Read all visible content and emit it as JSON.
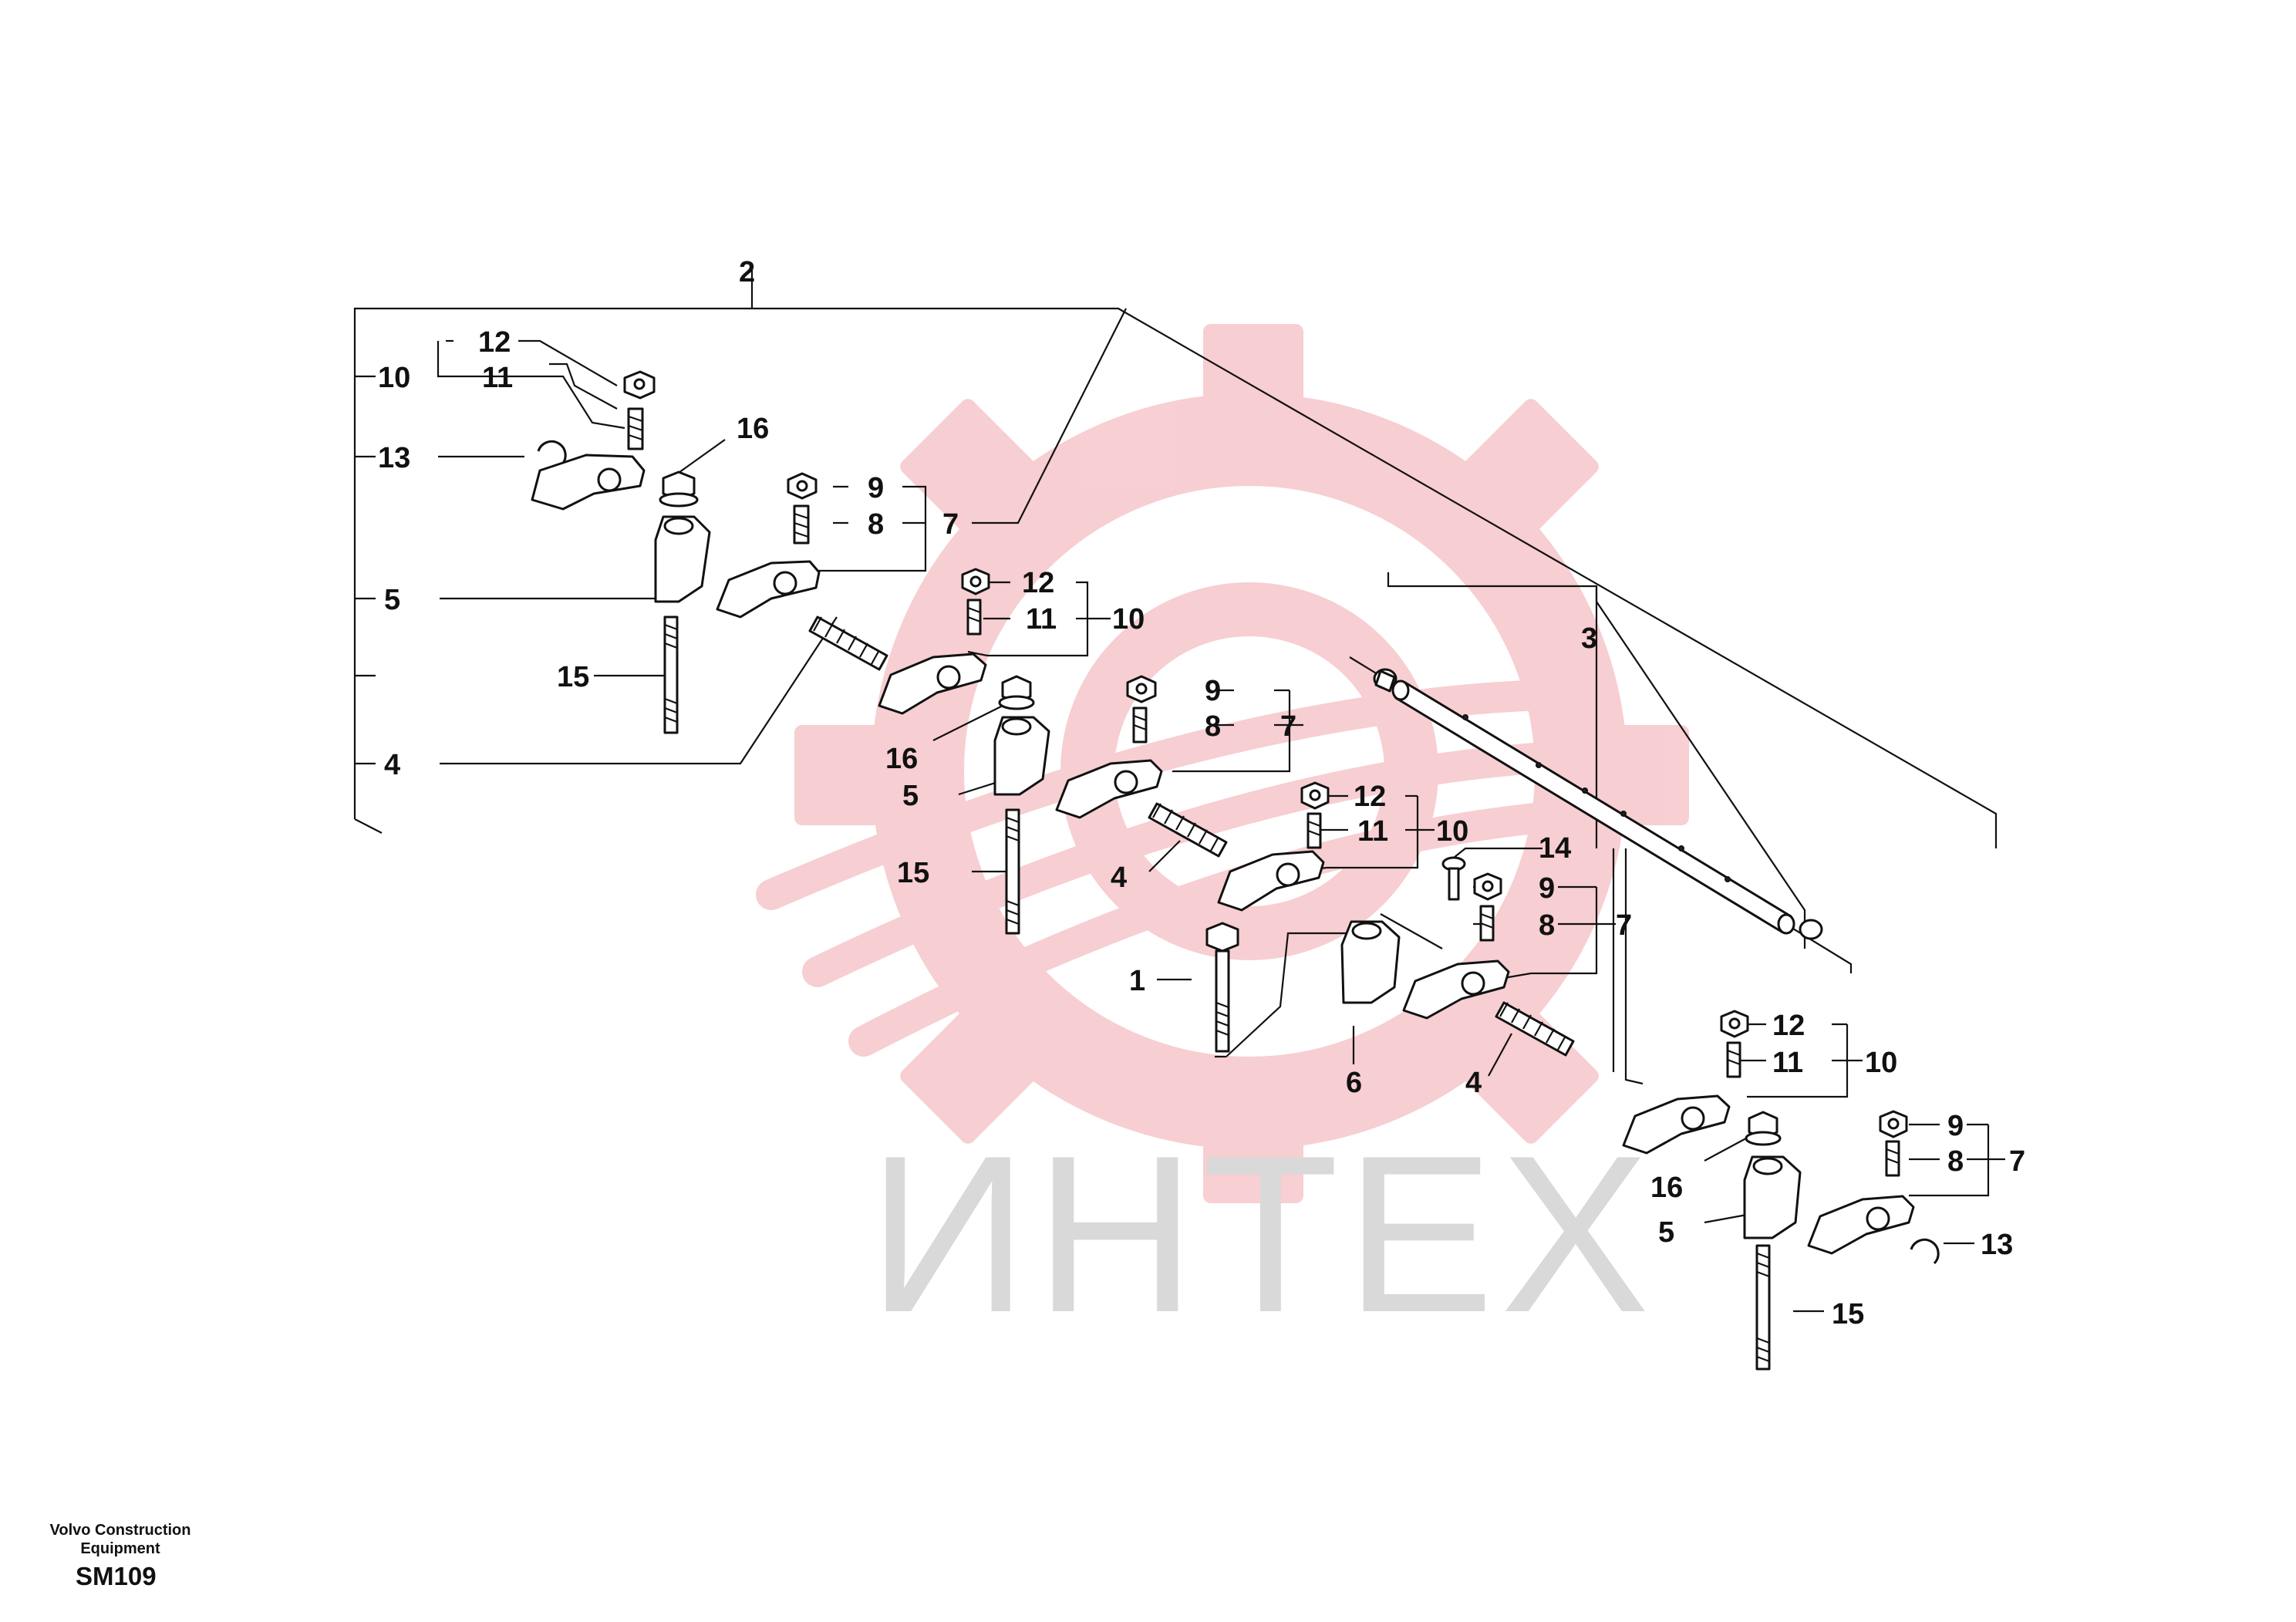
{
  "callouts": {
    "c2": "2",
    "c3": "3",
    "a12": "12",
    "a11": "11",
    "a10": "10",
    "a13": "13",
    "a16": "16",
    "a9": "9",
    "a8": "8",
    "a7": "7",
    "a5": "5",
    "a15": "15",
    "a4": "4",
    "b12": "12",
    "b11": "11",
    "b10": "10",
    "b9": "9",
    "b8": "8",
    "b7": "7",
    "b16": "16",
    "b5": "5",
    "b15": "15",
    "b4": "4",
    "d12": "12",
    "d11": "11",
    "d10": "10",
    "d14": "14",
    "d9": "9",
    "d8": "8",
    "d7": "7",
    "d1": "1",
    "d6": "6",
    "d4": "4",
    "e12": "12",
    "e11": "11",
    "e10": "10",
    "e9": "9",
    "e8": "8",
    "e7": "7",
    "e16": "16",
    "e5": "5",
    "e13": "13",
    "e15": "15"
  },
  "watermark": {
    "text": "ИНТЕХ",
    "color": "#f2c4c7"
  },
  "footer": {
    "brand_line1": "Volvo Construction",
    "brand_line2": "Equipment",
    "code": "SM109"
  }
}
